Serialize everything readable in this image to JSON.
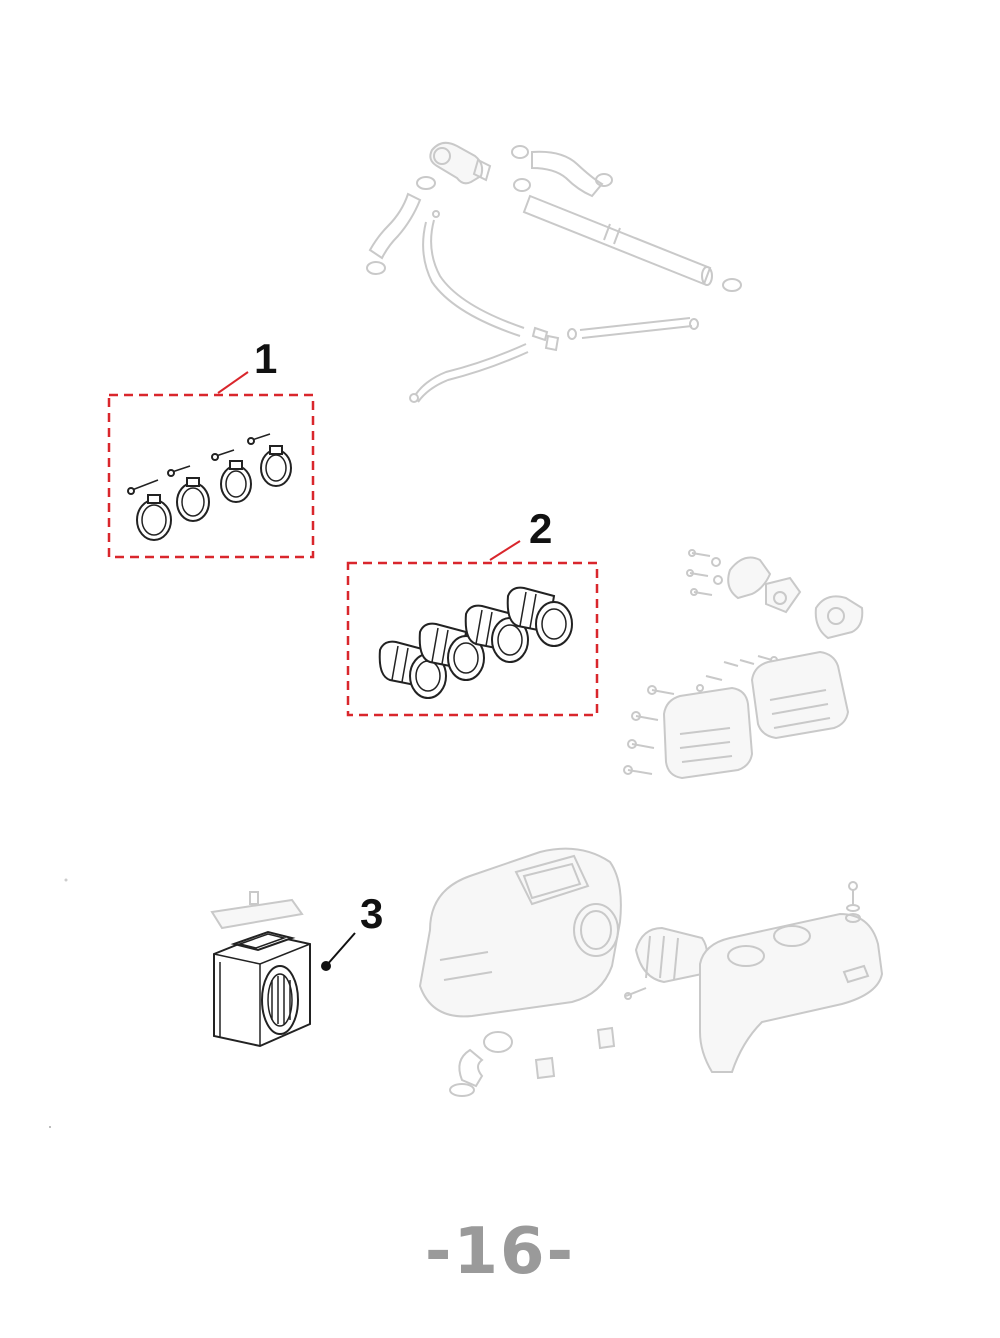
{
  "callouts": {
    "item1": "1",
    "item2": "2",
    "item3": "3"
  },
  "page": {
    "number_text": "-16-"
  },
  "colors": {
    "highlight_box": "#d9262c",
    "faded_lines": "#c9c9c9",
    "page_number": "#9a9a9a"
  }
}
